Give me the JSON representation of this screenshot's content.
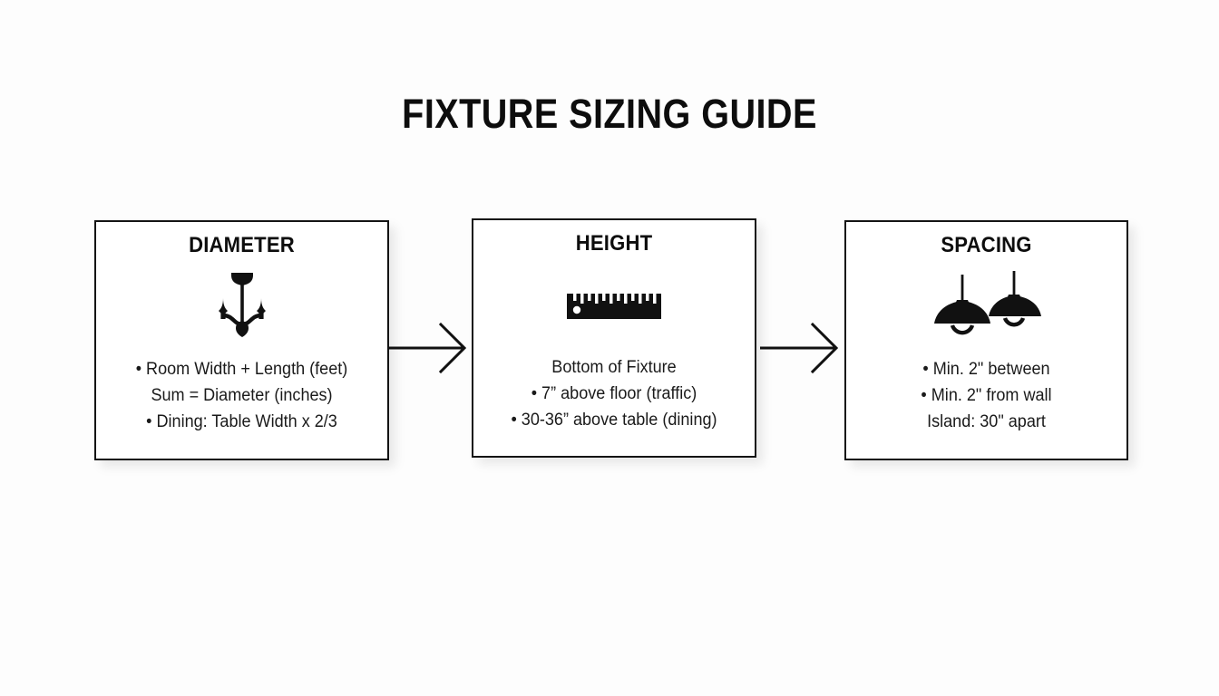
{
  "page": {
    "title": "FIXTURE SIZING GUIDE",
    "background_color": "#fdfdfd",
    "ink_color": "#111111",
    "card_border_color": "#141414"
  },
  "cards": [
    {
      "header": "DIAMETER",
      "icon": "chandelier-icon",
      "lines": [
        "• Room Width + Length (feet)",
        "Sum = Diameter (inches)",
        "• Dining: Table Width x 2/3"
      ]
    },
    {
      "header": "HEIGHT",
      "icon": "ruler-icon",
      "lines": [
        "Bottom of Fixture",
        "• 7” above floor (traffic)",
        "• 30-36” above table (dining)"
      ]
    },
    {
      "header": "SPACING",
      "icon": "pendant-lights-icon",
      "lines": [
        "• Min. 2\" between",
        "• Min. 2\" from wall",
        "Island: 30\" apart"
      ]
    }
  ],
  "connectors": [
    {
      "name": "arrow-diameter-to-height",
      "from": "DIAMETER",
      "to": "HEIGHT",
      "direction": "right"
    },
    {
      "name": "arrow-height-to-spacing",
      "from": "HEIGHT",
      "to": "SPACING",
      "direction": "right"
    }
  ]
}
